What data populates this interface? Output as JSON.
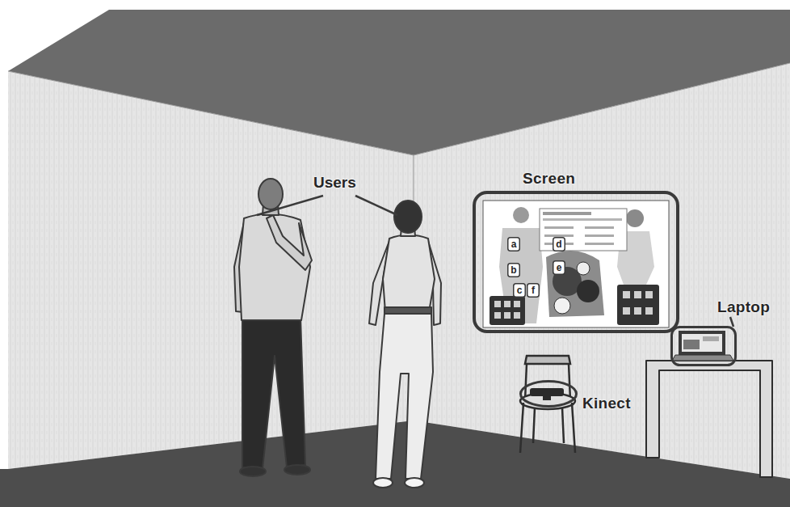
{
  "diagram": {
    "nodes": [
      {
        "text": [
          "Screen"
        ]
      },
      {
        "text": [
          "a"
        ],
        "in": 0
      },
      {
        "text": [
          "d"
        ],
        "in": 0
      },
      {
        "text": [
          "b"
        ],
        "in": 0
      },
      {
        "text": [
          "e"
        ],
        "in": 0
      },
      {
        "text": [
          "c"
        ],
        "in": 0
      },
      {
        "text": [
          "f"
        ],
        "in": 0
      },
      {
        "text": [
          "Laptop"
        ]
      },
      {
        "text": [
          "Kinect"
        ]
      }
    ],
    "labels": [
      "Users"
    ]
  }
}
